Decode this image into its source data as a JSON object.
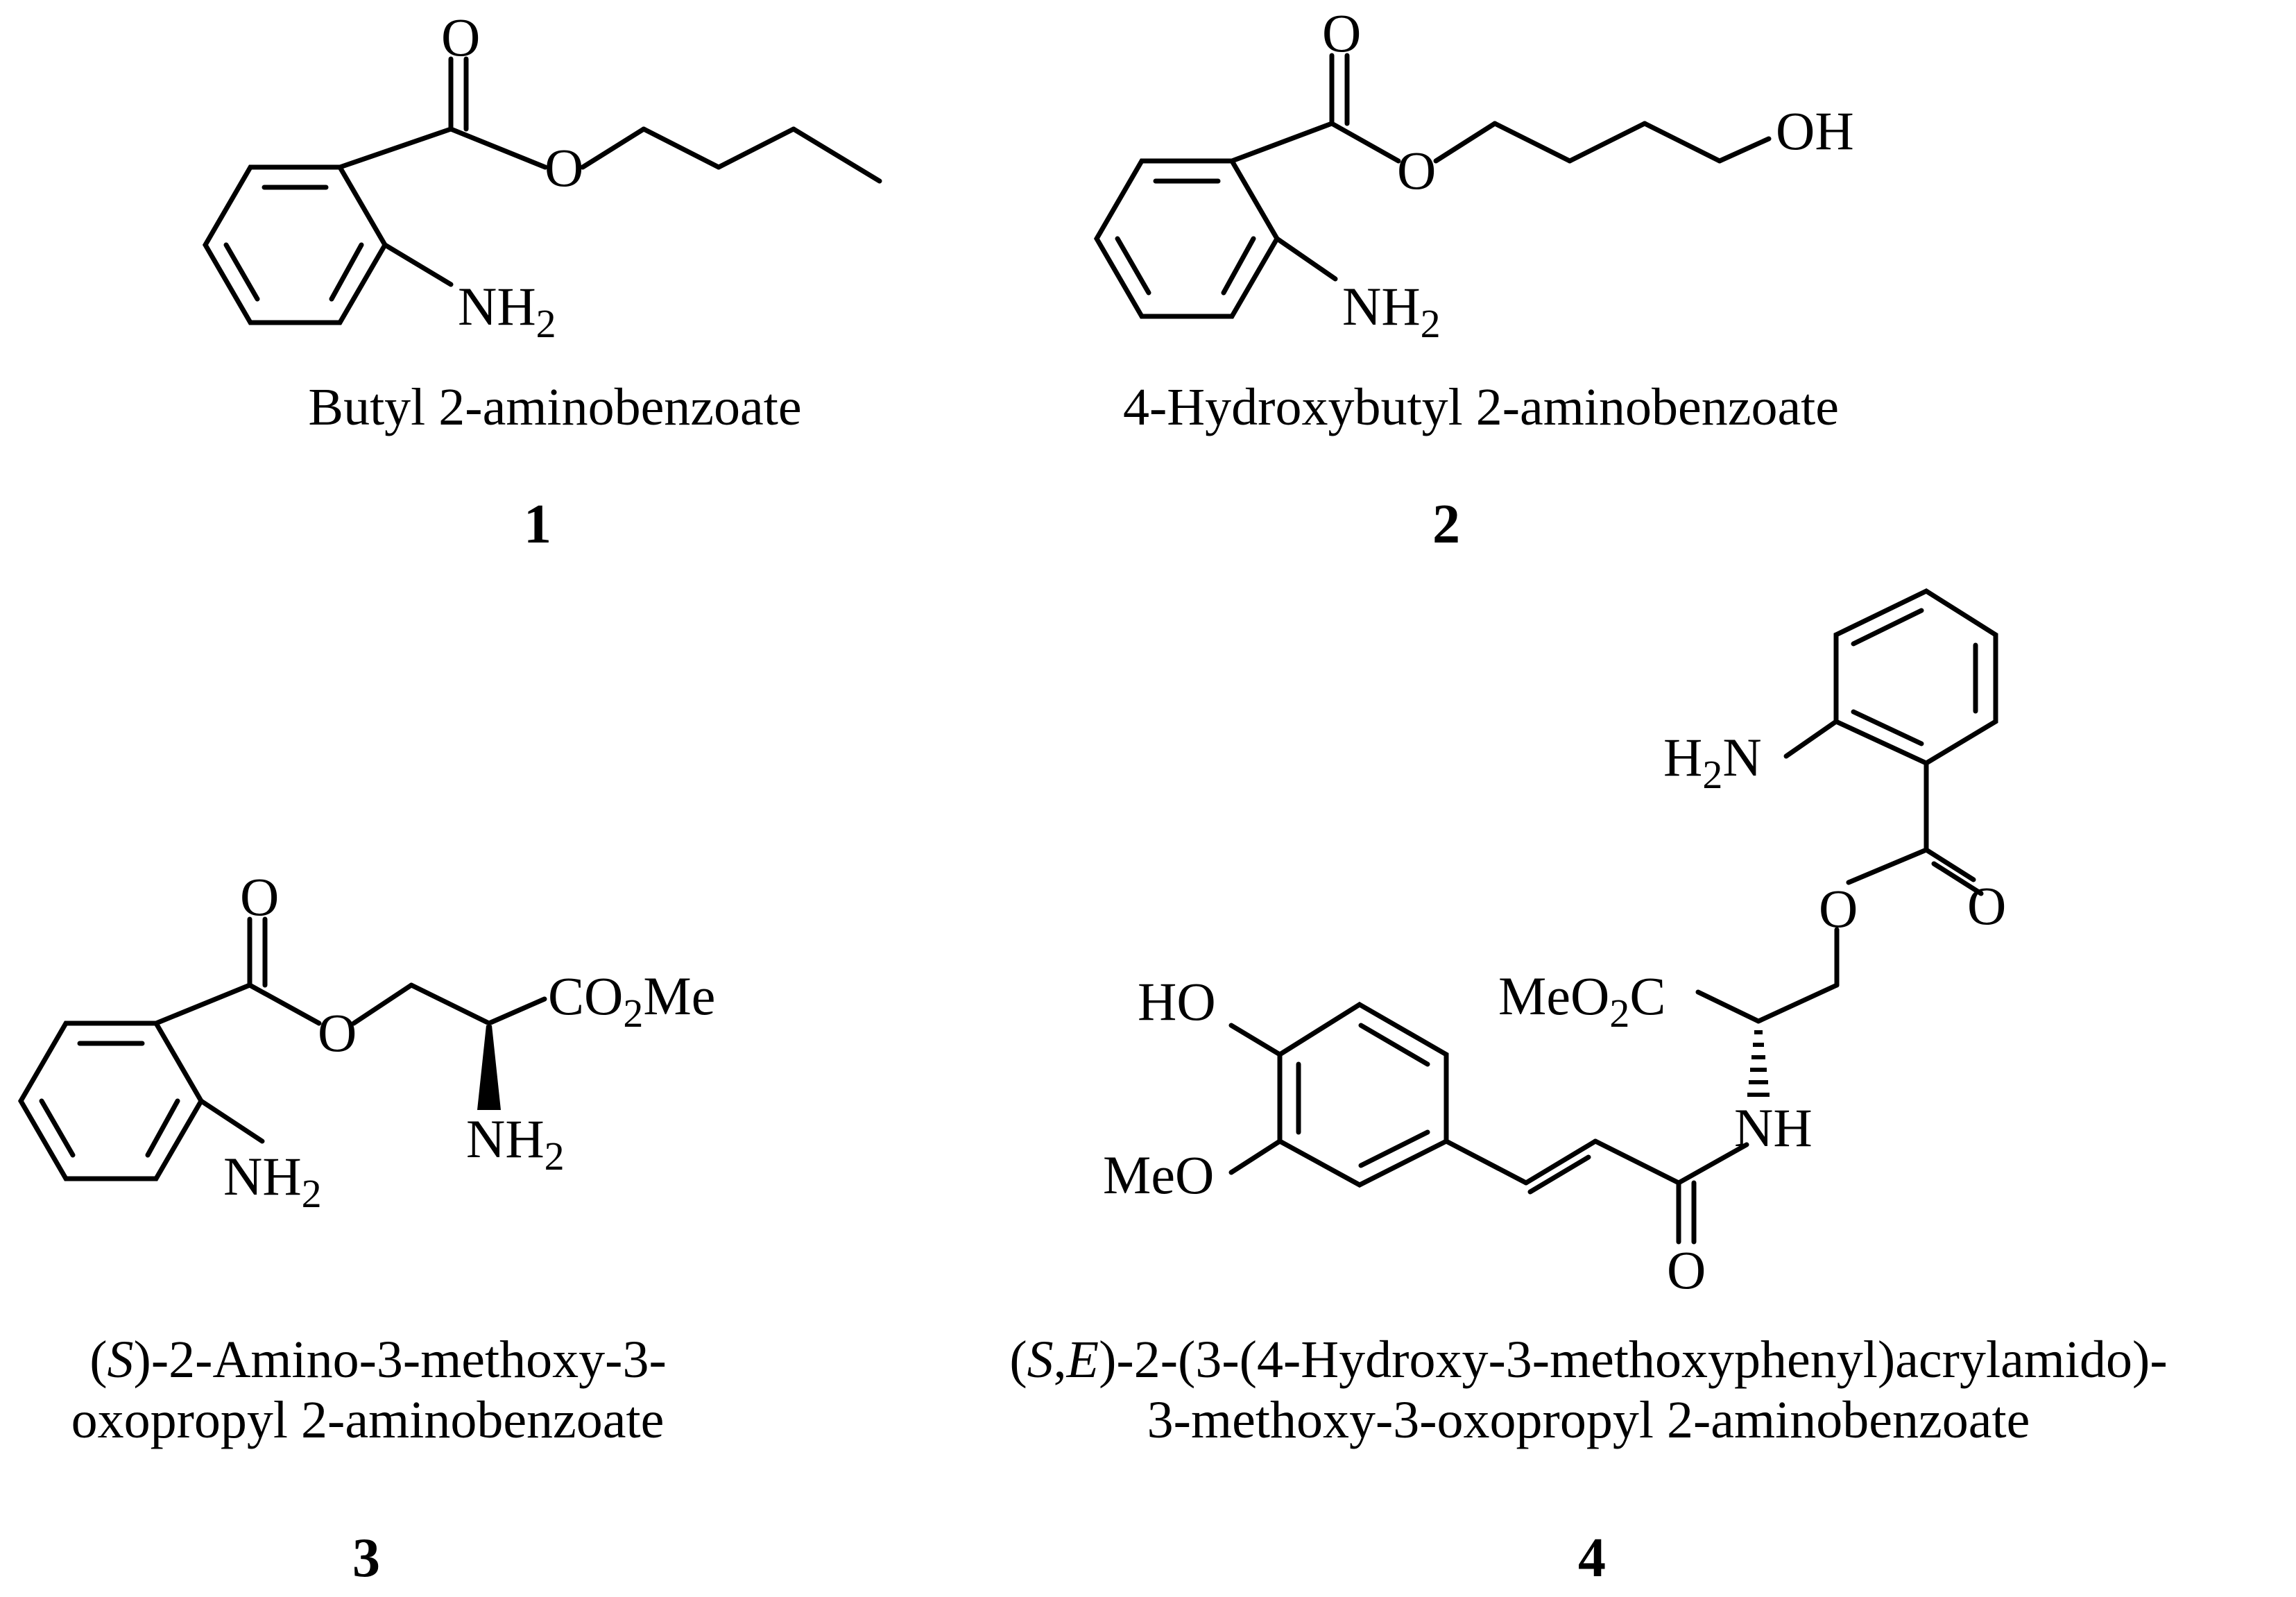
{
  "compounds": [
    {
      "number": "1",
      "name_lines": [
        "Butyl 2-aminobenzoate"
      ],
      "atoms": {
        "carbonyl_o": "O",
        "ester_o": "O",
        "amine": "NH",
        "amine_sub": "2"
      }
    },
    {
      "number": "2",
      "name_lines": [
        "4-Hydroxybutyl 2-aminobenzoate"
      ],
      "atoms": {
        "carbonyl_o": "O",
        "ester_o": "O",
        "hydroxyl": "OH",
        "amine": "NH",
        "amine_sub": "2"
      }
    },
    {
      "number": "3",
      "name_lines": [
        "-2-Amino-3-methoxy-3-",
        "oxopropyl 2-aminobenzoate"
      ],
      "stereo_prefix": {
        "open": "(",
        "label": "S",
        "close": ")"
      },
      "atoms": {
        "carbonyl_o": "O",
        "ester_o": "O",
        "amine": "NH",
        "amine_sub": "2",
        "alpha_amine": "NH",
        "alpha_amine_sub": "2",
        "ester_group": {
          "a": "CO",
          "sub": "2",
          "b": "Me"
        }
      }
    },
    {
      "number": "4",
      "name_lines": [
        "-2-(3-(4-Hydroxy-3-methoxyphenyl)acrylamido)-",
        "3-methoxy-3-oxopropyl 2-aminobenzoate"
      ],
      "stereo_prefix": {
        "open": "(",
        "label1": "S",
        "sep": ",",
        "label2": "E",
        "close": ")"
      },
      "atoms": {
        "amine": {
          "h": "H",
          "sub": "2",
          "n": "N"
        },
        "ester_o": "O",
        "carbonyl_o": "O",
        "methyl_ester": {
          "a": "MeO",
          "sub": "2",
          "b": "C"
        },
        "hydroxyl": "HO",
        "methoxy": "MeO",
        "amide_nh": "NH",
        "amide_o": "O"
      }
    }
  ]
}
